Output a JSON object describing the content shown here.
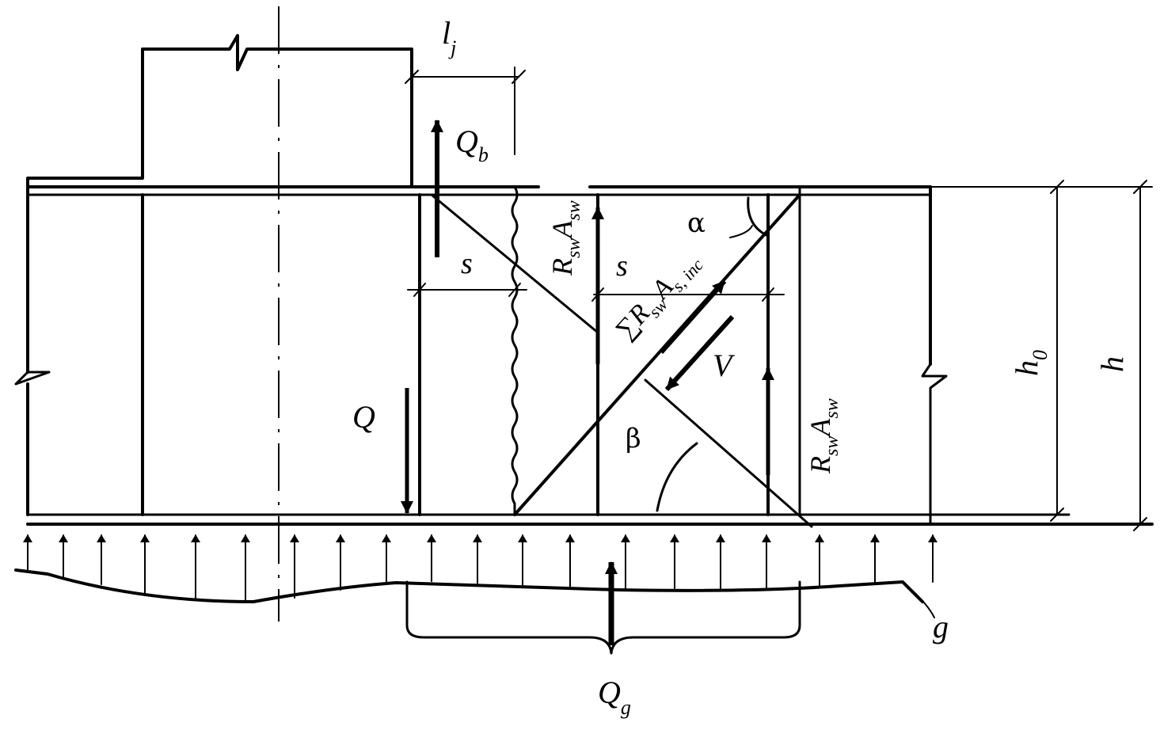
{
  "labels": {
    "lj": "l",
    "lj_sub": "j",
    "qb": "Q",
    "qb_sub": "b",
    "rsw_top": "R",
    "rsw_top_sub1": "sw",
    "rsw_top_A": "A",
    "rsw_top_sub2": "sw",
    "s_left": "s",
    "s_right": "s",
    "alpha": "α",
    "sum_inc": "∑R",
    "sum_inc_sub": "sw",
    "sum_inc_A": "A",
    "sum_inc_sub2": "s, inc",
    "v": "V",
    "q": "Q",
    "beta": "β",
    "rsw_right": "R",
    "rsw_right_sub1": "sw",
    "rsw_right_A": "A",
    "rsw_right_sub2": "sw",
    "h0": "h",
    "h0_sub": "0",
    "h": "h",
    "g": "g",
    "qg": "Q",
    "qg_sub": "g"
  }
}
